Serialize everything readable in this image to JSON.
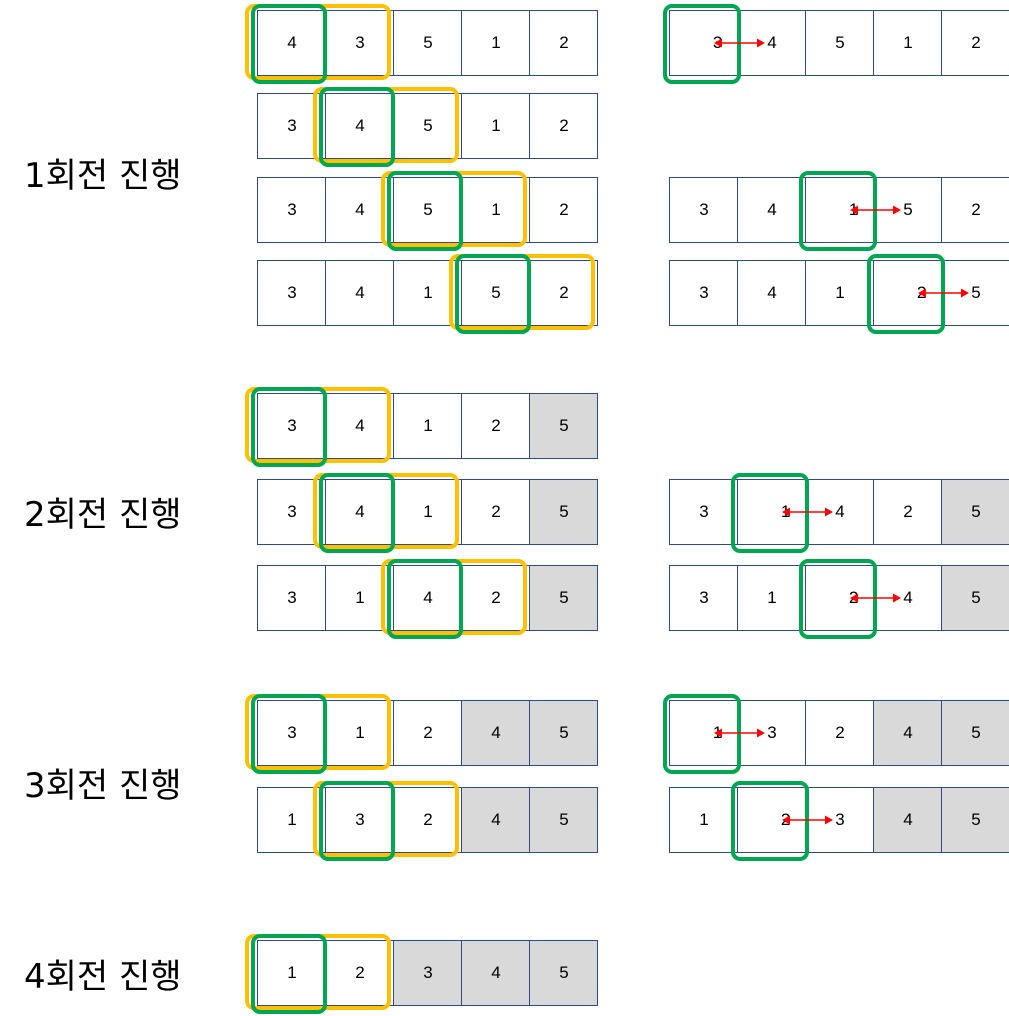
{
  "colors": {
    "cell_border": "#2F4A85",
    "sorted_fill": "#D9D9D9",
    "compare_outline": "#FFC000",
    "current_outline": "#00A651",
    "swap_arrow": "#FF0000"
  },
  "labels": [
    "1회전 진행",
    "2회전 진행",
    "3회전 진행",
    "4회전 진행"
  ],
  "left_rows": [
    {
      "values": [
        "4",
        "3",
        "5",
        "1",
        "2"
      ],
      "sorted": 0,
      "compare": 0
    },
    {
      "values": [
        "3",
        "4",
        "5",
        "1",
        "2"
      ],
      "sorted": 0,
      "compare": 1
    },
    {
      "values": [
        "3",
        "4",
        "5",
        "1",
        "2"
      ],
      "sorted": 0,
      "compare": 2
    },
    {
      "values": [
        "3",
        "4",
        "1",
        "5",
        "2"
      ],
      "sorted": 0,
      "compare": 3
    },
    {
      "values": [
        "3",
        "4",
        "1",
        "2",
        "5"
      ],
      "sorted": 1,
      "compare": 0
    },
    {
      "values": [
        "3",
        "4",
        "1",
        "2",
        "5"
      ],
      "sorted": 1,
      "compare": 1
    },
    {
      "values": [
        "3",
        "1",
        "4",
        "2",
        "5"
      ],
      "sorted": 1,
      "compare": 2
    },
    {
      "values": [
        "3",
        "1",
        "2",
        "4",
        "5"
      ],
      "sorted": 2,
      "compare": 0
    },
    {
      "values": [
        "1",
        "3",
        "2",
        "4",
        "5"
      ],
      "sorted": 2,
      "compare": 1
    },
    {
      "values": [
        "1",
        "2",
        "3",
        "4",
        "5"
      ],
      "sorted": 3,
      "compare": 0
    }
  ],
  "right_rows": [
    {
      "values": [
        "3",
        "4",
        "5",
        "1",
        "2"
      ],
      "sorted": 0,
      "swap": 0
    },
    {
      "values": [
        "3",
        "4",
        "1",
        "5",
        "2"
      ],
      "sorted": 0,
      "swap": 2
    },
    {
      "values": [
        "3",
        "4",
        "1",
        "2",
        "5"
      ],
      "sorted": 0,
      "swap": 3
    },
    {
      "values": [
        "3",
        "1",
        "4",
        "2",
        "5"
      ],
      "sorted": 1,
      "swap": 1
    },
    {
      "values": [
        "3",
        "1",
        "2",
        "4",
        "5"
      ],
      "sorted": 1,
      "swap": 2
    },
    {
      "values": [
        "1",
        "3",
        "2",
        "4",
        "5"
      ],
      "sorted": 2,
      "swap": 0
    },
    {
      "values": [
        "1",
        "2",
        "3",
        "4",
        "5"
      ],
      "sorted": 2,
      "swap": 1
    }
  ]
}
